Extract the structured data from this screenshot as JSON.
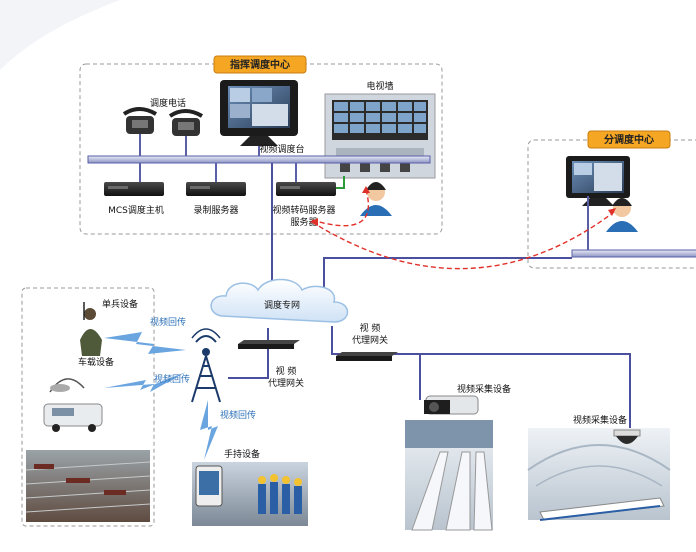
{
  "command_center": {
    "title": "指挥调度中心",
    "phone_label": "调度电话",
    "console_label": "视频调度台",
    "tv_wall_label": "电视墙",
    "mcs_label": "MCS调度主机",
    "recorder_label": "录制服务器",
    "transcoder_label_1": "视频转码服务器",
    "transcoder_label_2": "服务器"
  },
  "sub_center": {
    "title": "分调度中心"
  },
  "network": {
    "cloud_label": "调度专网",
    "proxy_right_1": "视    频",
    "proxy_right_2": "代理网关",
    "proxy_left_1": "视    频",
    "proxy_left_2": "代理网关"
  },
  "field": {
    "soldier_label": "单兵设备",
    "vehicle_label": "车载设备",
    "return_1": "视频回传",
    "return_2": "视频回传",
    "return_3": "视频回传",
    "handheld_label": "手持设备",
    "capture_1": "视频采集设备",
    "capture_2": "视频采集设备"
  },
  "colors": {
    "orange_header": "#f5a623",
    "bus_blue": "#5a5fa8",
    "red_dashed": "#e0302a",
    "green_link": "#2e9b3a",
    "lightning_blue": "#6aa5e0"
  }
}
